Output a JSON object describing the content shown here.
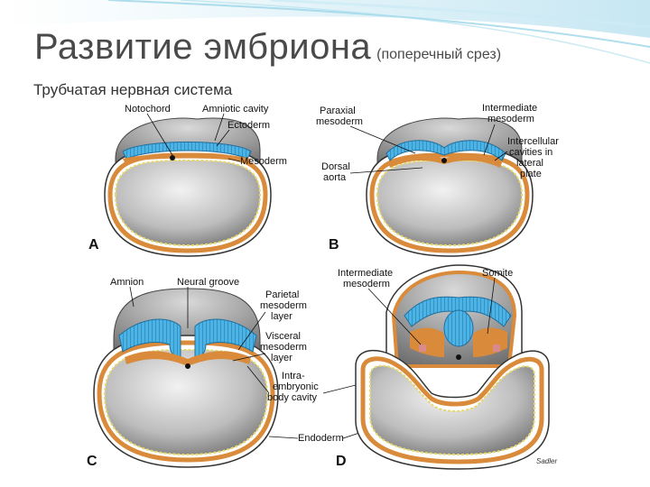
{
  "slide": {
    "title": "Развитие эмбриона",
    "title_note": "(поперечный срез)",
    "subtitle": "Трубчатая нервная система"
  },
  "figure": {
    "labels": {
      "notochord": "Notochord",
      "amniotic_cavity": "Amniotic cavity",
      "ectoderm": "Ectoderm",
      "mesoderm": "Mesoderm",
      "paraxial_1": "Paraxial",
      "paraxial_2": "mesoderm",
      "intermediate_b_1": "Intermediate",
      "intermediate_b_2": "mesoderm",
      "intercellular_1": "Intercellular",
      "intercellular_2": "cavities in",
      "intercellular_3": "lateral",
      "intercellular_4": "plate",
      "dorsal_1": "Dorsal",
      "dorsal_2": "aorta",
      "amnion": "Amnion",
      "neural_groove": "Neural groove",
      "parietal_1": "Parietal",
      "parietal_2": "mesoderm",
      "parietal_3": "layer",
      "visceral_1": "Visceral",
      "visceral_2": "mesoderm",
      "visceral_3": "layer",
      "intermediate_d_1": "Intermediate",
      "intermediate_d_2": "mesoderm",
      "somite": "Somite",
      "intra_1": "Intra-",
      "intra_2": "embryonic",
      "intra_3": "body cavity",
      "endoderm": "Endoderm",
      "signature": "Sadler"
    },
    "panels": [
      "A",
      "B",
      "C",
      "D"
    ],
    "colors": {
      "ectoderm": "#3aa0d8",
      "mesoderm": "#d98a3a",
      "endoderm": "#f1e58a",
      "gray_dark": "#5a5a5a",
      "gray_light": "#e6e6e6",
      "accent": "#2f9fc6"
    }
  }
}
